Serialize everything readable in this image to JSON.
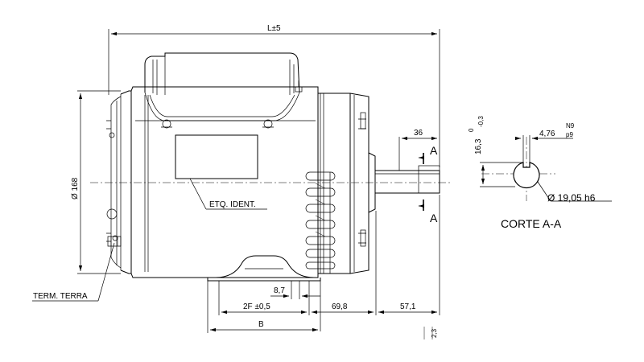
{
  "dimensions": {
    "overall_length": "L±5",
    "diameter": "Ø 168",
    "shaft_length": "36",
    "dim_8_7": "8,7",
    "dim_2f": "2F ±0,5",
    "dim_69_8": "69,8",
    "dim_57_1": "57,1",
    "dim_b": "B"
  },
  "labels": {
    "etq_ident": "ETQ. IDENT.",
    "term_terra": "TERM. TERRA",
    "section_marker": "A"
  },
  "section": {
    "title": "CORTE A-A",
    "key_height": "16,3",
    "key_height_tol_upper": "0",
    "key_height_tol_lower": "-0,3",
    "key_width": "4,76",
    "key_width_tol_upper": "N9",
    "key_width_tol_lower": "p9",
    "shaft_diameter": "Ø 19,05 h6"
  },
  "revision": "2,3"
}
